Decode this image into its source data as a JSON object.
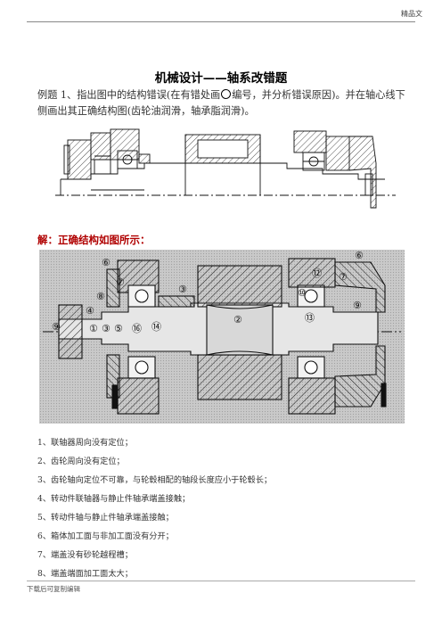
{
  "header": {
    "mark": "精品文"
  },
  "title": "机械设计——轴系改错题",
  "problem": {
    "prefix": "例题 1、指出图中的结构错误(在有错处画",
    "suffix": "编号，并分析错误原因)。并在轴心线下侧画出其正确结构图(齿轮油润滑，轴承脂润滑)。"
  },
  "solution_heading": "解：正确结构如图所示：",
  "errors": [
    "1、联轴器周向没有定位；",
    "2、齿轮周向没有定位；",
    "3、齿轮轴向定位不可靠，与轮毂相配的轴段长度应小于轮毂长；",
    "4、转动件联轴器与静止件轴承端盖接触；",
    "5、转动件轴与静止件轴承端盖接触；",
    "6、箱体加工面与非加工面没有分开；",
    "7、端盖没有砂轮越程槽；",
    "8、端盖端面加工面太大；"
  ],
  "figure2_labels": [
    "⑥",
    "⑦",
    "⑧",
    "④",
    "③",
    "⑨",
    "①",
    "③",
    "⑤",
    "⑯",
    "⑭",
    "②",
    "⑩",
    "⑫",
    "⑬",
    "⑥",
    "⑦",
    "⑨"
  ],
  "footer": "下载后可复制编辑"
}
